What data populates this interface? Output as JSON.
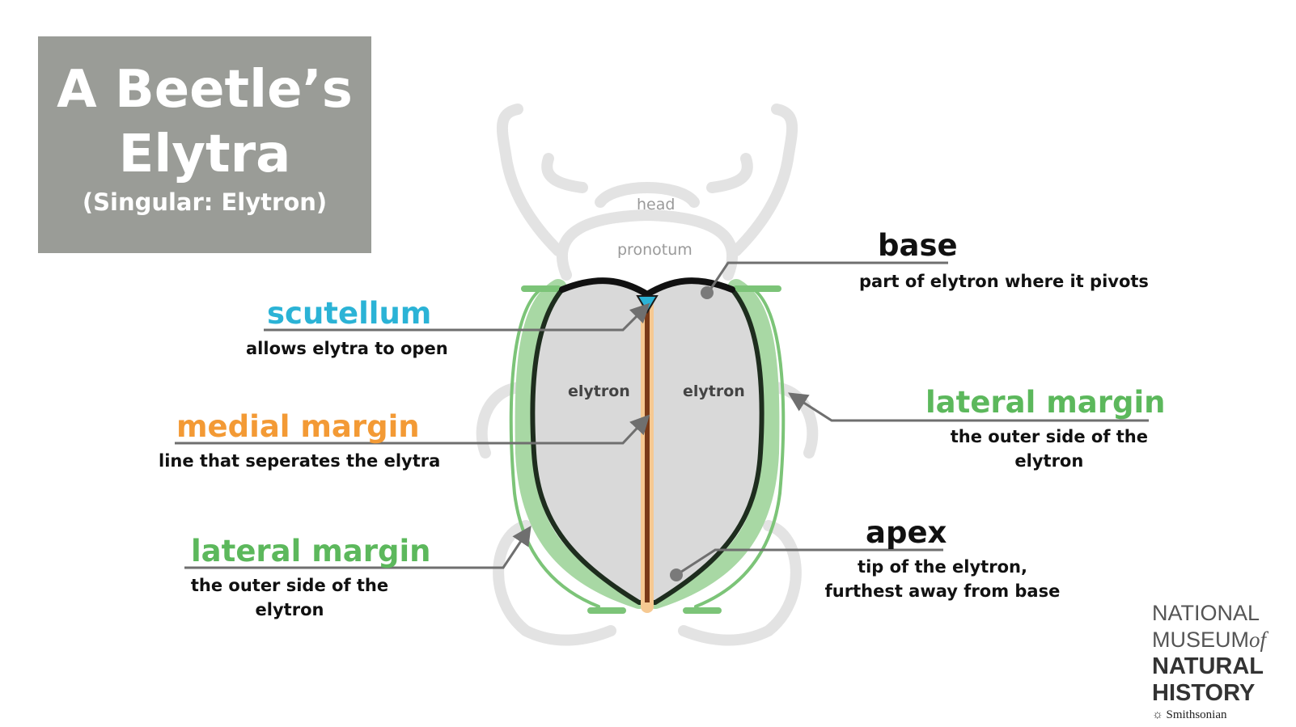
{
  "title": {
    "line1": "A Beetle’s",
    "line2": "Elytra",
    "subtitle": "(Singular: Elytron)"
  },
  "body_labels": {
    "head": "head",
    "pronotum": "pronotum",
    "elytron_left": "elytron",
    "elytron_right": "elytron"
  },
  "callouts": {
    "base": {
      "term": "base",
      "desc": "part of elytron where it pivots"
    },
    "scutellum": {
      "term": "scutellum",
      "desc": "allows elytra to open"
    },
    "medial_margin": {
      "term": "medial margin",
      "desc": "line that seperates the elytra"
    },
    "lateral_margin_right": {
      "term": "lateral margin",
      "desc_line1": "the outer side of the",
      "desc_line2": "elytron"
    },
    "lateral_margin_left": {
      "term": "lateral margin",
      "desc_line1": "the outer side of the",
      "desc_line2": "elytron"
    },
    "apex": {
      "term": "apex",
      "desc_line1": "tip of the elytron,",
      "desc_line2": "furthest away from base"
    }
  },
  "colors": {
    "title_box": "#9a9c97",
    "scutellum": "#2bb3d6",
    "medial_margin": "#f39a35",
    "lateral_margin": "#5cb85c",
    "base": "#111111",
    "apex": "#111111",
    "elytron_fill": "#d9d9d9",
    "outline": "#1e2d1e",
    "silhouette": "#e3e3e3",
    "leader_line": "#6f6f6f"
  },
  "logo": {
    "line1": "NATIONAL",
    "line2_a": "MUSEUM",
    "line2_b": "of",
    "line3": "NATURAL",
    "line4": "HISTORY",
    "line5": "Smithsonian"
  }
}
